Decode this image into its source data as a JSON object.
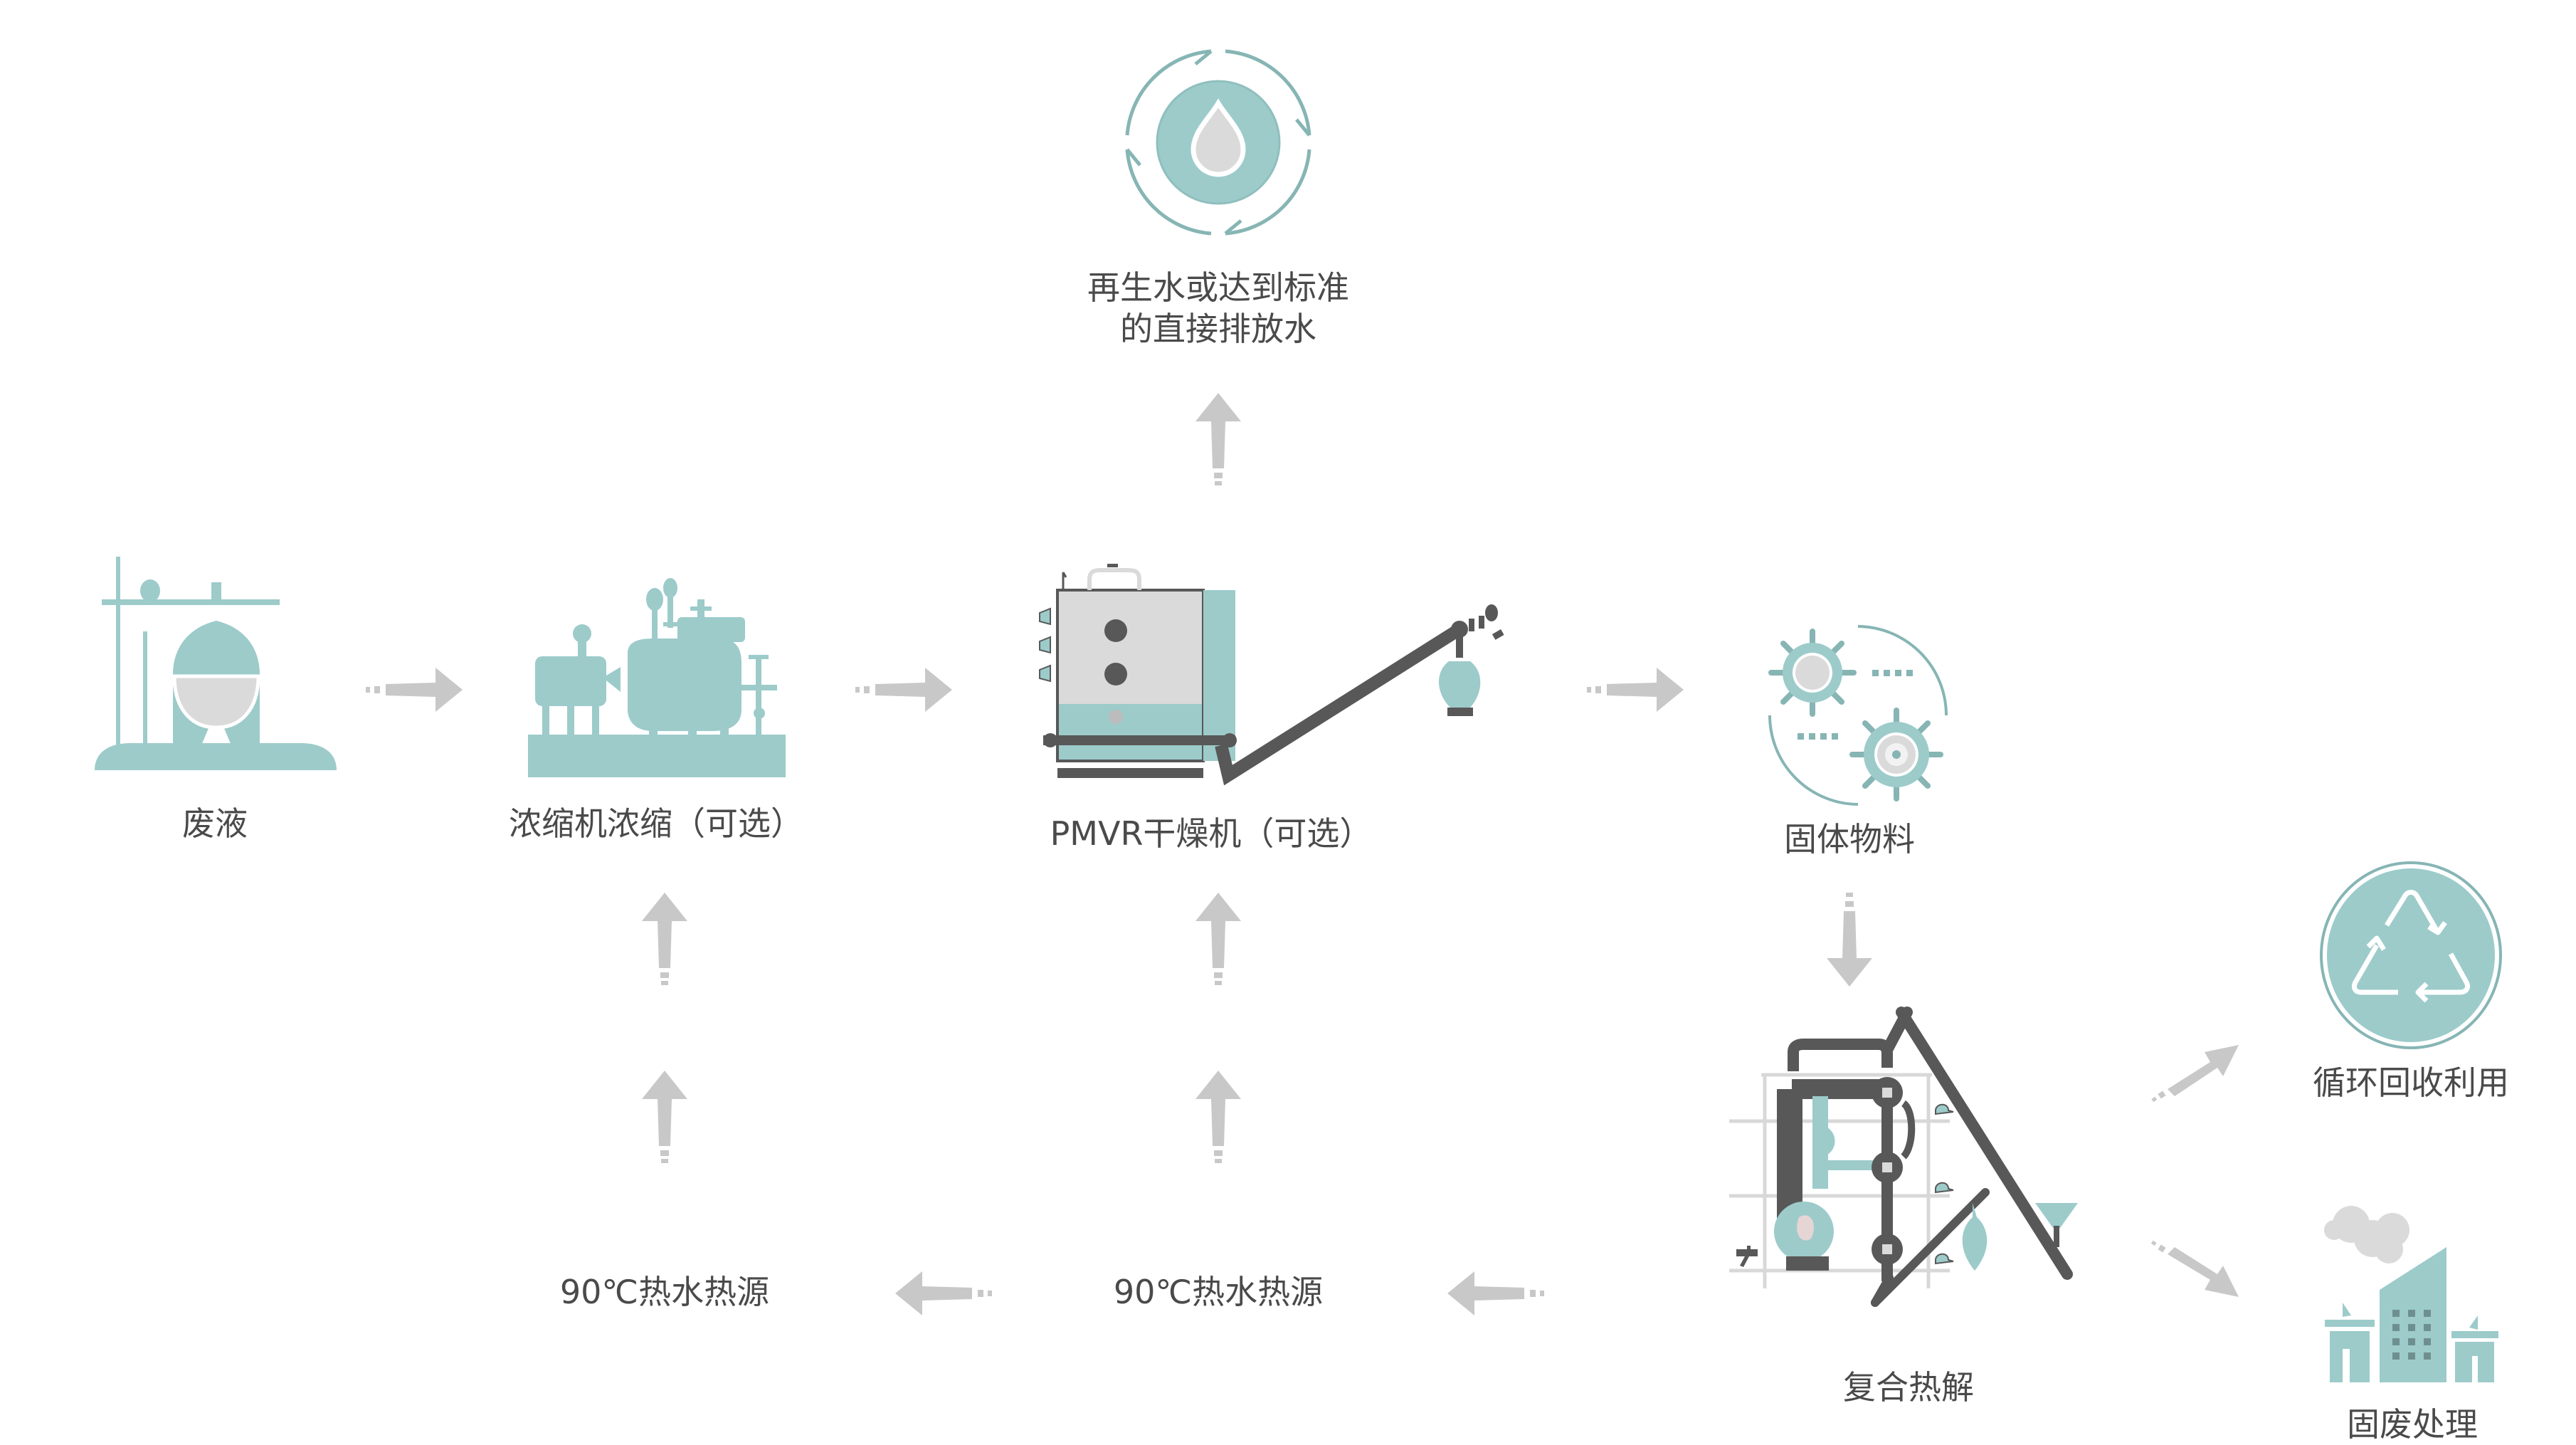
{
  "colors": {
    "teal": "#9ccbca",
    "teal_dark": "#86b5b4",
    "grey_light": "#dadada",
    "grey_dark": "#585858",
    "arrow": "#c8c8c8",
    "text": "#4a4a4a"
  },
  "nodes": {
    "water_output": {
      "icon": "water-drop-cycle-icon",
      "label_line1": "再生水或达到标准",
      "label_line2": "的直接排放水"
    },
    "waste_liquid": {
      "icon": "waste-liquid-tank-icon",
      "label": "废液"
    },
    "concentrator": {
      "icon": "concentrator-machine-icon",
      "label": "浓缩机浓缩（可选）"
    },
    "dryer": {
      "icon": "pmvr-dryer-icon",
      "label": "PMVR干燥机（可选）"
    },
    "solid_material": {
      "icon": "solid-particles-icon",
      "label": "固体物料"
    },
    "pyrolysis": {
      "icon": "pyrolysis-apparatus-icon",
      "label": "复合热解"
    },
    "recycling": {
      "icon": "recycle-icon",
      "label": "循环回收利用"
    },
    "solid_waste": {
      "icon": "factory-icon",
      "label": "固废处理"
    },
    "heat_source_left": {
      "label": "90℃热水热源"
    },
    "heat_source_right": {
      "label": "90℃热水热源"
    }
  },
  "flows": [
    {
      "from": "waste_liquid",
      "to": "concentrator",
      "direction": "right"
    },
    {
      "from": "concentrator",
      "to": "dryer",
      "direction": "right"
    },
    {
      "from": "dryer",
      "to": "solid_material",
      "direction": "right"
    },
    {
      "from": "dryer",
      "to": "water_output",
      "direction": "up"
    },
    {
      "from": "solid_material",
      "to": "pyrolysis",
      "direction": "down"
    },
    {
      "from": "pyrolysis",
      "to": "recycling",
      "direction": "up-right"
    },
    {
      "from": "pyrolysis",
      "to": "solid_waste",
      "direction": "down-right"
    },
    {
      "from": "pyrolysis",
      "to": "heat_source_right",
      "direction": "left"
    },
    {
      "from": "heat_source_right",
      "to": "heat_source_left",
      "direction": "left"
    },
    {
      "from": "heat_source_right",
      "to": "dryer",
      "direction": "up"
    },
    {
      "from": "heat_source_left",
      "to": "concentrator",
      "direction": "up"
    }
  ]
}
